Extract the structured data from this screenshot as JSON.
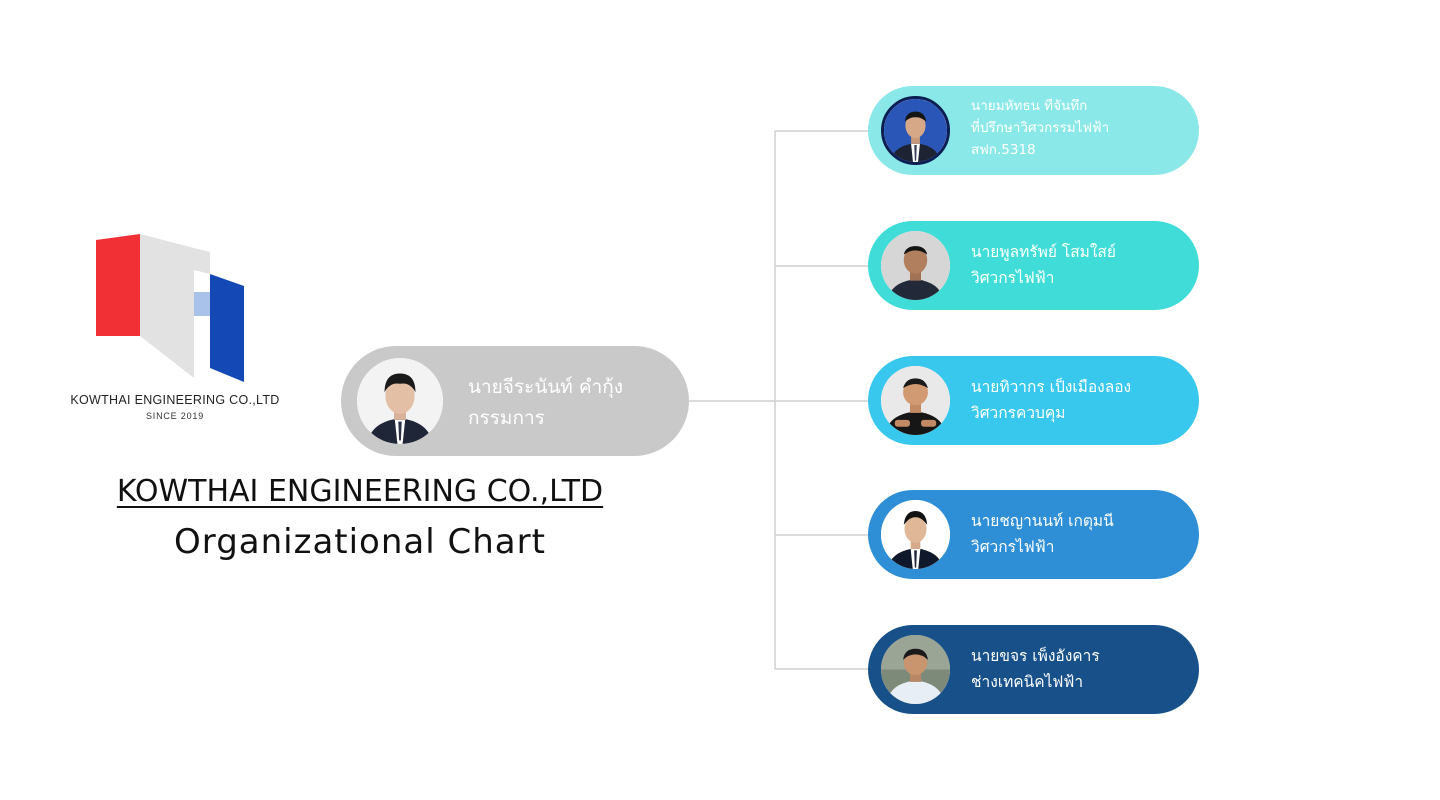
{
  "company": {
    "logo_name": "KOWTHAI ENGINEERING CO.,LTD",
    "logo_since": "SINCE  2019",
    "title": "KOWTHAI ENGINEERING CO.,LTD",
    "subtitle": "Organizational Chart"
  },
  "colors": {
    "logo_red": "#f03034",
    "logo_grey": "#e2e2e2",
    "logo_light_blue": "#a8c2ea",
    "logo_blue": "#1448b4",
    "director_pill": "#c9c9c9",
    "connector_line": "#cfcfcf"
  },
  "director": {
    "name": "นายจีระนันท์   คำกุ้ง",
    "role": "กรรมการ"
  },
  "members": [
    {
      "name": "นายมหัทธน  ทีจันทึก",
      "role": "ที่ปรึกษาวิศวกรรมไฟฟ้า",
      "extra": "สฟก.5318",
      "color": "#8be8e8"
    },
    {
      "name": "นายพูลทรัพย์  โสมใสย์",
      "role": "วิศวกรไฟฟ้า",
      "extra": "",
      "color": "#3fdcd8"
    },
    {
      "name": "นายทิวากร  เป็งเมืองลอง",
      "role": "วิศวกรควบคุม",
      "extra": "",
      "color": "#38c8ee"
    },
    {
      "name": "นายชญานนท์  เกตุมนี",
      "role": "วิศวกรไฟฟ้า",
      "extra": "",
      "color": "#2f8fd6"
    },
    {
      "name": "นายขจร  เพ็งอังคาร",
      "role": "ช่างเทคนิคไฟฟ้า",
      "extra": "",
      "color": "#18518a"
    }
  ]
}
